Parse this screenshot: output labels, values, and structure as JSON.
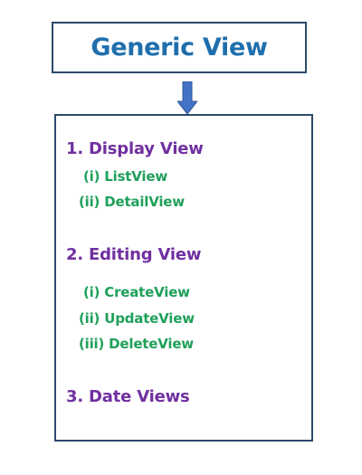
{
  "title": "Generic View",
  "colors": {
    "title_text": "#1f6fad",
    "box_border": "#2b4a6a",
    "arrow": "#4472c4",
    "heading": "#7030a0",
    "item": "#1fa05a"
  },
  "sections": [
    {
      "heading": "1. Display View",
      "items": [
        "(i) ListView",
        "(ii) DetailView"
      ]
    },
    {
      "heading": "2. Editing View",
      "items": [
        "(i) CreateView",
        "(ii) UpdateView",
        "(iii) DeleteView"
      ]
    },
    {
      "heading": "3. Date Views",
      "items": []
    }
  ]
}
